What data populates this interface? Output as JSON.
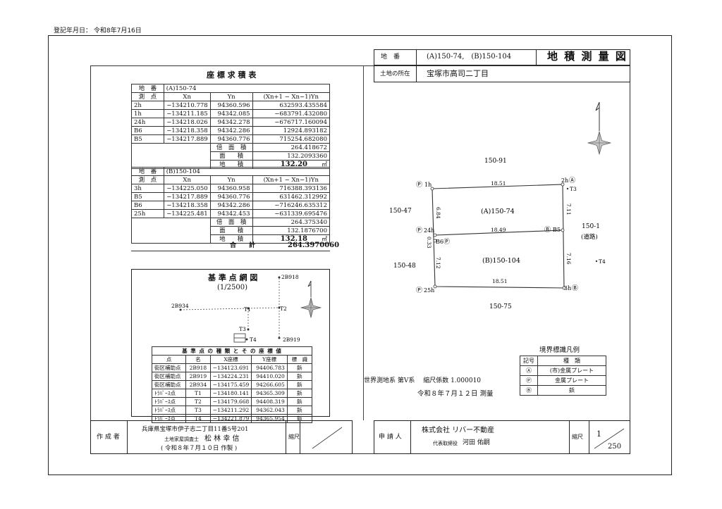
{
  "registration_date": "登記年月日： 令和8年7月16日",
  "header": {
    "chiban_label": "地　番",
    "chiban_value": "(A)150-74,　(B)150-104",
    "title": "地 積 測 量 図",
    "location_label": "土地の所在",
    "location_value": "宝塚市高司二丁目"
  },
  "calc": {
    "title": "座 標 求 積 表",
    "tableA": {
      "chiban_label": "地　番",
      "chiban": "(A)150-74",
      "point_label": "測　点",
      "col_xn": "Xn",
      "col_yn": "Yn",
      "col_formula": "(Xn+1 − Xn−1)Yn",
      "rows": [
        {
          "p": "2h",
          "x": "−134210.778",
          "y": "94360.596",
          "v": "632593.435584"
        },
        {
          "p": "1h",
          "x": "−134211.185",
          "y": "94342.085",
          "v": "−683791.432080"
        },
        {
          "p": "24h",
          "x": "−134218.026",
          "y": "94342.278",
          "v": "−676717.160094"
        },
        {
          "p": "B6",
          "x": "−134218.358",
          "y": "94342.286",
          "v": "12924.893182"
        },
        {
          "p": "B5",
          "x": "−134217.889",
          "y": "94360.776",
          "v": "715254.682080"
        }
      ],
      "double_label": "倍　面　積",
      "double": "264.418672",
      "area_label": "面　　積",
      "area": "132.2093360",
      "chiseki_label": "地　　積",
      "chiseki": "132.20",
      "unit": "㎡"
    },
    "tableB": {
      "chiban_label": "地　番",
      "chiban": "(B)150-104",
      "point_label": "測　点",
      "col_xn": "Xn",
      "col_yn": "Yn",
      "col_formula": "(Xn+1 − Xn−1)Yn",
      "rows": [
        {
          "p": "3h",
          "x": "−134225.050",
          "y": "94360.958",
          "v": "716388.393136"
        },
        {
          "p": "B5",
          "x": "−134217.889",
          "y": "94360.776",
          "v": "631462.312992"
        },
        {
          "p": "B6",
          "x": "−134218.358",
          "y": "94342.286",
          "v": "−716246.635312"
        },
        {
          "p": "25h",
          "x": "−134225.481",
          "y": "94342.453",
          "v": "−631339.695476"
        }
      ],
      "double_label": "倍　面　積",
      "double": "264.375340",
      "area_label": "面　　積",
      "area": "132.1876700",
      "chiseki_label": "地　　積",
      "chiseki": "132.18",
      "unit": "㎡"
    },
    "total_label": "合　　計",
    "total": "264.3970060"
  },
  "ref": {
    "title": "基 準 点 網 図",
    "scale": "(1/2500)",
    "points": {
      "B918": "2B918",
      "B934": "2B934",
      "B919": "2B919",
      "T1": "T1",
      "T2": "T2",
      "T3": "T3",
      "T4": "T4"
    },
    "table_title": "基 準 点 の 種 類 と そ の 座 標 値",
    "cols": [
      "点",
      "名",
      "X座標",
      "Y座標",
      "標　識"
    ],
    "rows": [
      {
        "kind": "街区補助点",
        "name": "2B918",
        "x": "−134123.691",
        "y": "94406.783",
        "mark": "鋲"
      },
      {
        "kind": "街区補助点",
        "name": "2B919",
        "x": "−134224.231",
        "y": "94410.020",
        "mark": "鋲"
      },
      {
        "kind": "街区補助点",
        "name": "2B934",
        "x": "−134175.459",
        "y": "94266.605",
        "mark": "鋲"
      },
      {
        "kind": "ﾄﾗﾊﾞｰｽ点",
        "name": "T1",
        "x": "−134180.141",
        "y": "94365.309",
        "mark": "鋲"
      },
      {
        "kind": "ﾄﾗﾊﾞｰｽ点",
        "name": "T2",
        "x": "−134179.668",
        "y": "94408.319",
        "mark": "鋲"
      },
      {
        "kind": "ﾄﾗﾊﾞｰｽ点",
        "name": "T3",
        "x": "−134211.292",
        "y": "94362.043",
        "mark": "鋲"
      },
      {
        "kind": "ﾄﾗﾊﾞｰｽ点",
        "name": "T4",
        "x": "−134221.879",
        "y": "94365.954",
        "mark": "鋲"
      }
    ]
  },
  "survey": {
    "lot_a": "(A)150-74",
    "lot_b": "(B)150-104",
    "north": "150-91",
    "west_a": "150-47",
    "west_b": "150-48",
    "south": "150-75",
    "east": "150-1",
    "east_sub": "(道路)",
    "pt_1h": "1h",
    "pt_2h": "2h",
    "pt_24h": "24h",
    "pt_b5": "B5",
    "pt_b6": "B6",
    "pt_25h": "25h",
    "pt_3h": "3h",
    "t3": "T3",
    "t4": "T4",
    "mark_p": "Ⓟ",
    "mark_a": "Ⓐ",
    "mark_b": "Ⓑ",
    "d_top": "18.51",
    "d_mid": "18.49",
    "d_bot": "18.51",
    "d_left_a": "6.84",
    "d_left_small": "0.33",
    "d_left_b": "7.12",
    "d_right_a": "7.11",
    "d_right_b": "7.16",
    "system": "世界測地系 第Ⅴ系　 縮尺係数 1.000010",
    "date": "令和８年７月１２日 測量"
  },
  "legend": {
    "title": "境界標識凡例",
    "col_mark": "記号",
    "col_kind": "種　類",
    "rows": [
      {
        "mark": "Ⓐ",
        "kind": "(市)金属プレート"
      },
      {
        "mark": "Ⓟ",
        "kind": "金属プレート"
      },
      {
        "mark": "Ⓑ",
        "kind": "鋲"
      }
    ]
  },
  "footer": {
    "creator_label": "作 成 者",
    "creator_addr": "兵庫県宝塚市伊子志二丁目11番5号201",
    "creator_title": "土地家屋調査士",
    "creator_name": "松 林 幸 信",
    "creator_date": "( 令和８年７月１０日 作製 )",
    "scale_label": "縮尺",
    "applicant_label": "申 請 人",
    "company": "株式会社 リバー不動産",
    "rep_title": "代表取締役",
    "rep_name": "河田 佑嗣",
    "scale_num": "1",
    "scale_den": "250"
  }
}
